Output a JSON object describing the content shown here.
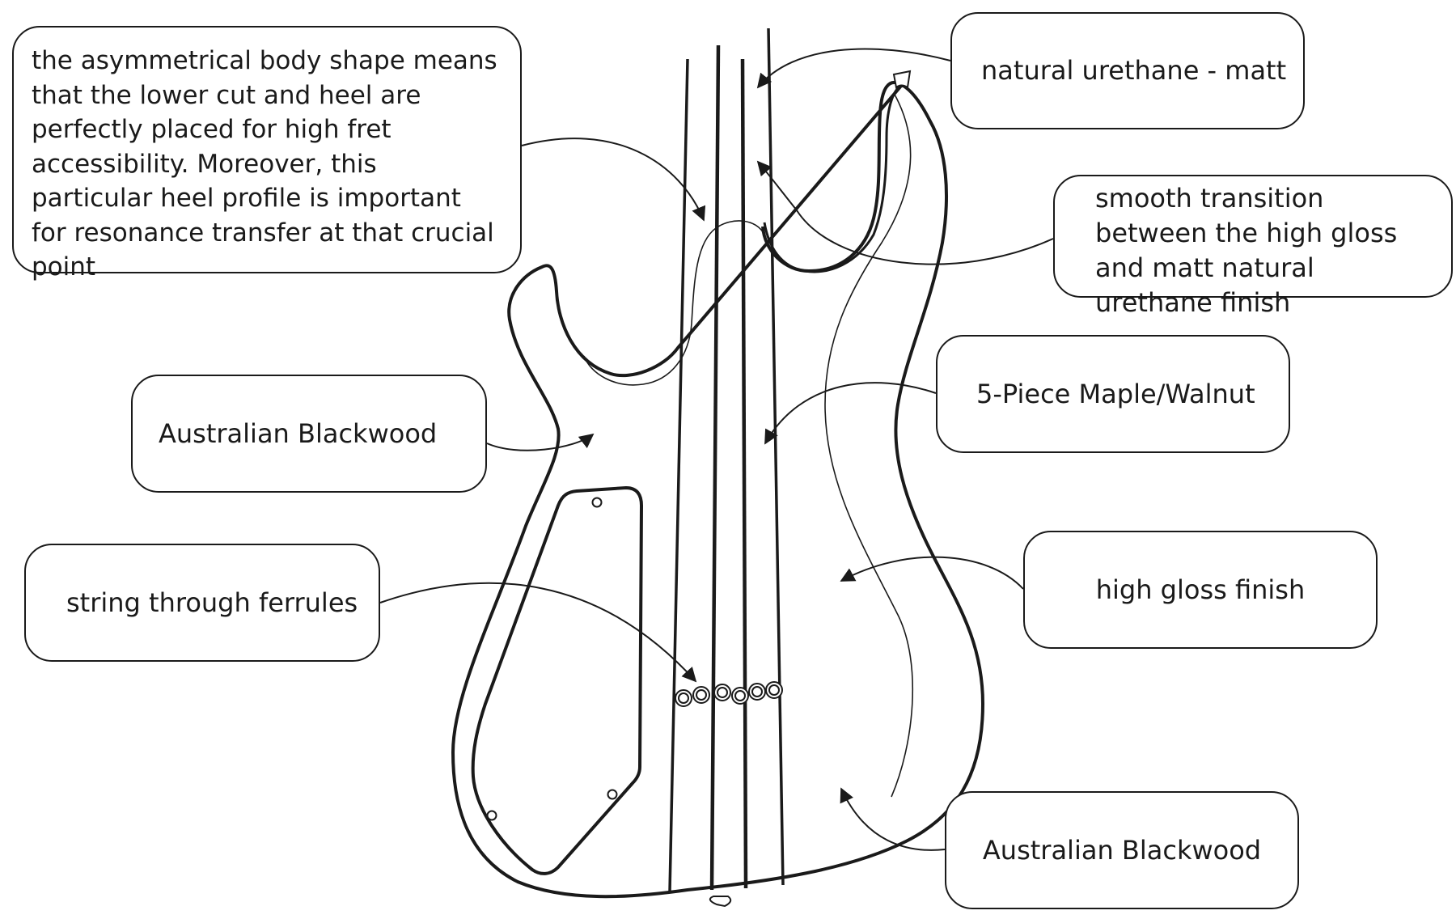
{
  "diagram": {
    "callouts": {
      "heel": "the asymmetrical body shape means that the lower cut and heel are perfectly placed for high fret accessibility. Moreover, this particular heel profile is important for resonance transfer at that crucial point",
      "natural_matt": "natural urethane - matt",
      "transition": "smooth transition between the high gloss and matt natural urethane finish",
      "blackwood_upper": "Australian Blackwood",
      "neck_laminate": "5-Piece Maple/Walnut",
      "ferrules": "string through ferrules",
      "gloss": "high gloss finish",
      "blackwood_lower": "Australian Blackwood"
    },
    "colors": {
      "line": "#1a1a1a",
      "background": "#ffffff"
    }
  }
}
